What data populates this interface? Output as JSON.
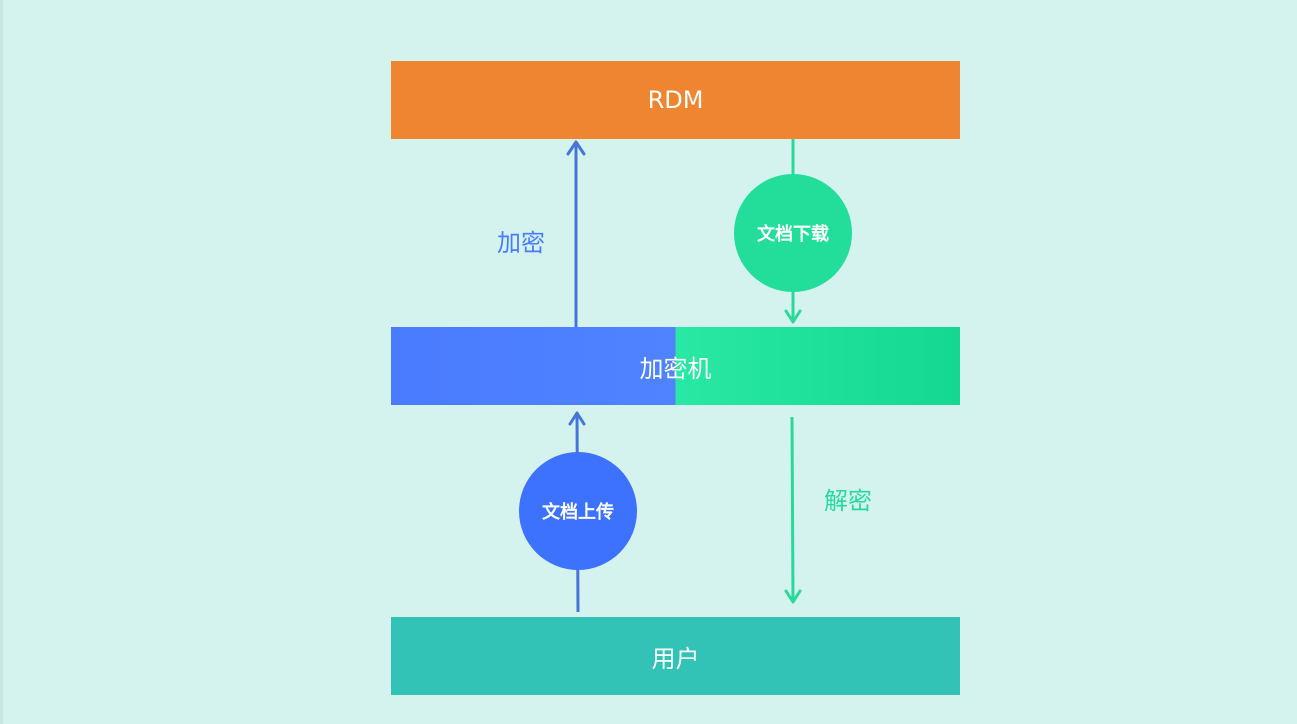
{
  "nodes": {
    "rdm": "RDM",
    "encryptor": "加密机",
    "user": "用户"
  },
  "edges": {
    "encrypt_label": "加密",
    "decrypt_label": "解密",
    "download_label": "文档下载",
    "upload_label": "文档上传"
  },
  "colors": {
    "background": "#d4f3ef",
    "rdm": "#ef8531",
    "encryptor_left": "#4a7bff",
    "encryptor_right": "#22e4a0",
    "user": "#32c3b6",
    "blue_arrow": "#4675d9",
    "green_arrow": "#2bd89a"
  }
}
